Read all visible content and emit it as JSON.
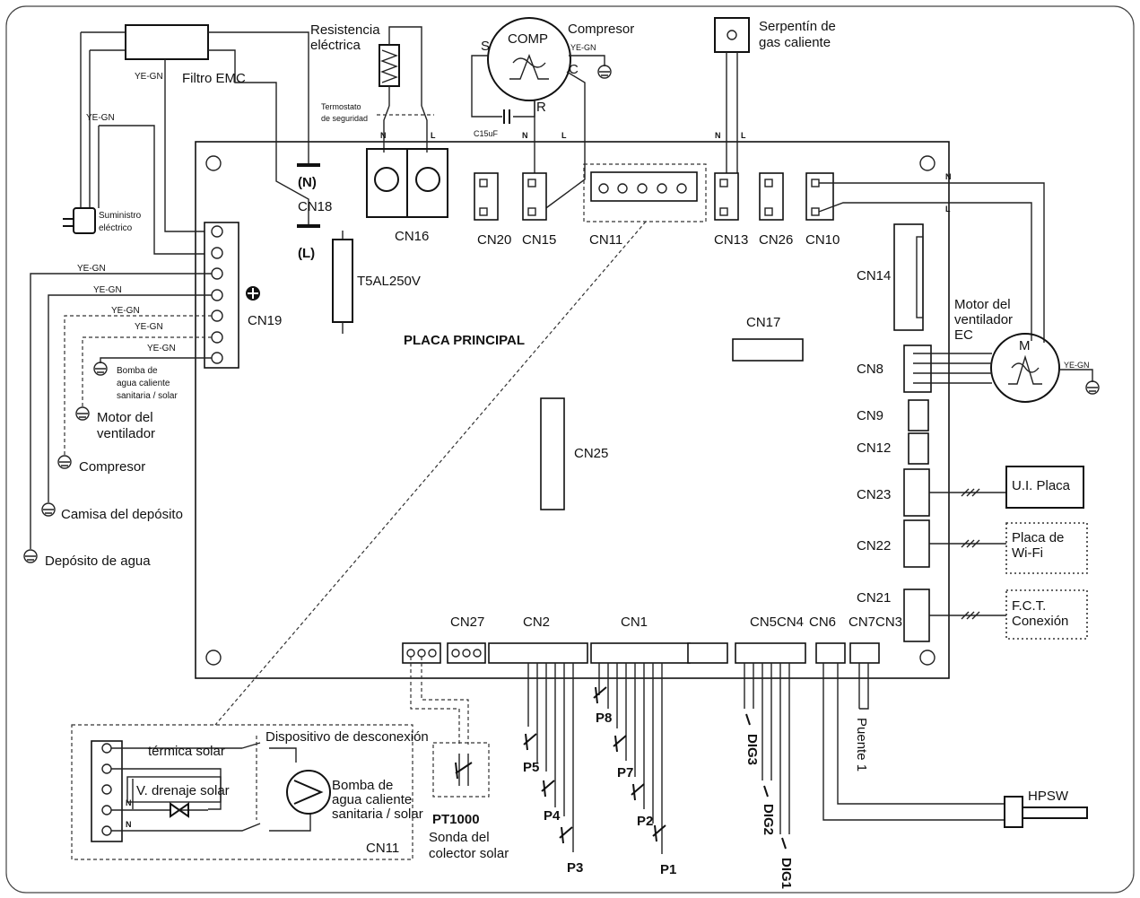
{
  "labels": {
    "resistencia": "Resistencia",
    "electrica": "eléctrica",
    "compresor_top": "Compresor",
    "comp": "COMP",
    "yegn": "YE-GN",
    "serpentin1": "Serpentín de",
    "serpentin2": "gas caliente",
    "filtro_emc": "Filtro EMC",
    "termostato1": "Termostato",
    "termostato2": "de seguridad",
    "c15uf": "C15uF",
    "s": "S",
    "c": "C",
    "r": "R",
    "n": "N",
    "l": "L",
    "n_paren": "(N)",
    "l_paren": "(L)",
    "suministro1": "Suministro",
    "suministro2": "eléctrico",
    "fuse": "T5AL250V",
    "placa_principal": "PLACA PRINCIPAL",
    "motor_vent1": "Motor del",
    "motor_vent2": "ventilador",
    "motor_vent3": "EC",
    "m": "M",
    "bomba1": "Bomba de",
    "bomba2": "agua caliente",
    "bomba3": "sanitaria / solar",
    "motor_del": "Motor del",
    "ventilador": "ventilador",
    "compresor": "Compresor",
    "camisa": "Camisa del depósito",
    "deposito": "Depósito de agua",
    "ui_placa": "U.I. Placa",
    "wifi1": "Placa de",
    "wifi2": "Wi-Fi",
    "fct1": "F.C.T.",
    "fct2": "Conexión",
    "termica_solar": "térmica solar",
    "dispositivo": "Dispositivo de desconexión",
    "v_drenaje": "V. drenaje solar",
    "bomba_solar1": "Bomba de",
    "bomba_solar2": "agua caliente",
    "bomba_solar3": "sanitaria / solar",
    "pt1000": "PT1000",
    "sonda1": "Sonda del",
    "sonda2": "colector solar",
    "puente1": "Puente 1",
    "hpsw": "HPSW"
  },
  "connectors": {
    "cn16": "CN16",
    "cn18": "CN18",
    "cn19": "CN19",
    "cn20": "CN20",
    "cn15": "CN15",
    "cn11": "CN11",
    "cn13": "CN13",
    "cn26": "CN26",
    "cn10": "CN10",
    "cn14": "CN14",
    "cn17": "CN17",
    "cn8": "CN8",
    "cn9": "CN9",
    "cn12": "CN12",
    "cn23": "CN23",
    "cn22": "CN22",
    "cn21": "CN21",
    "cn25": "CN25",
    "cn27": "CN27",
    "cn2": "CN2",
    "cn1": "CN1",
    "cn5cn4": "CN5CN4",
    "cn6": "CN6",
    "cn7cn3": "CN7CN3"
  },
  "sensors": {
    "p1": "P1",
    "p2": "P2",
    "p3": "P3",
    "p4": "P4",
    "p5": "P5",
    "p7": "P7",
    "p8": "P8",
    "dig1": "DIG1",
    "dig2": "DIG2",
    "dig3": "DIG3"
  }
}
